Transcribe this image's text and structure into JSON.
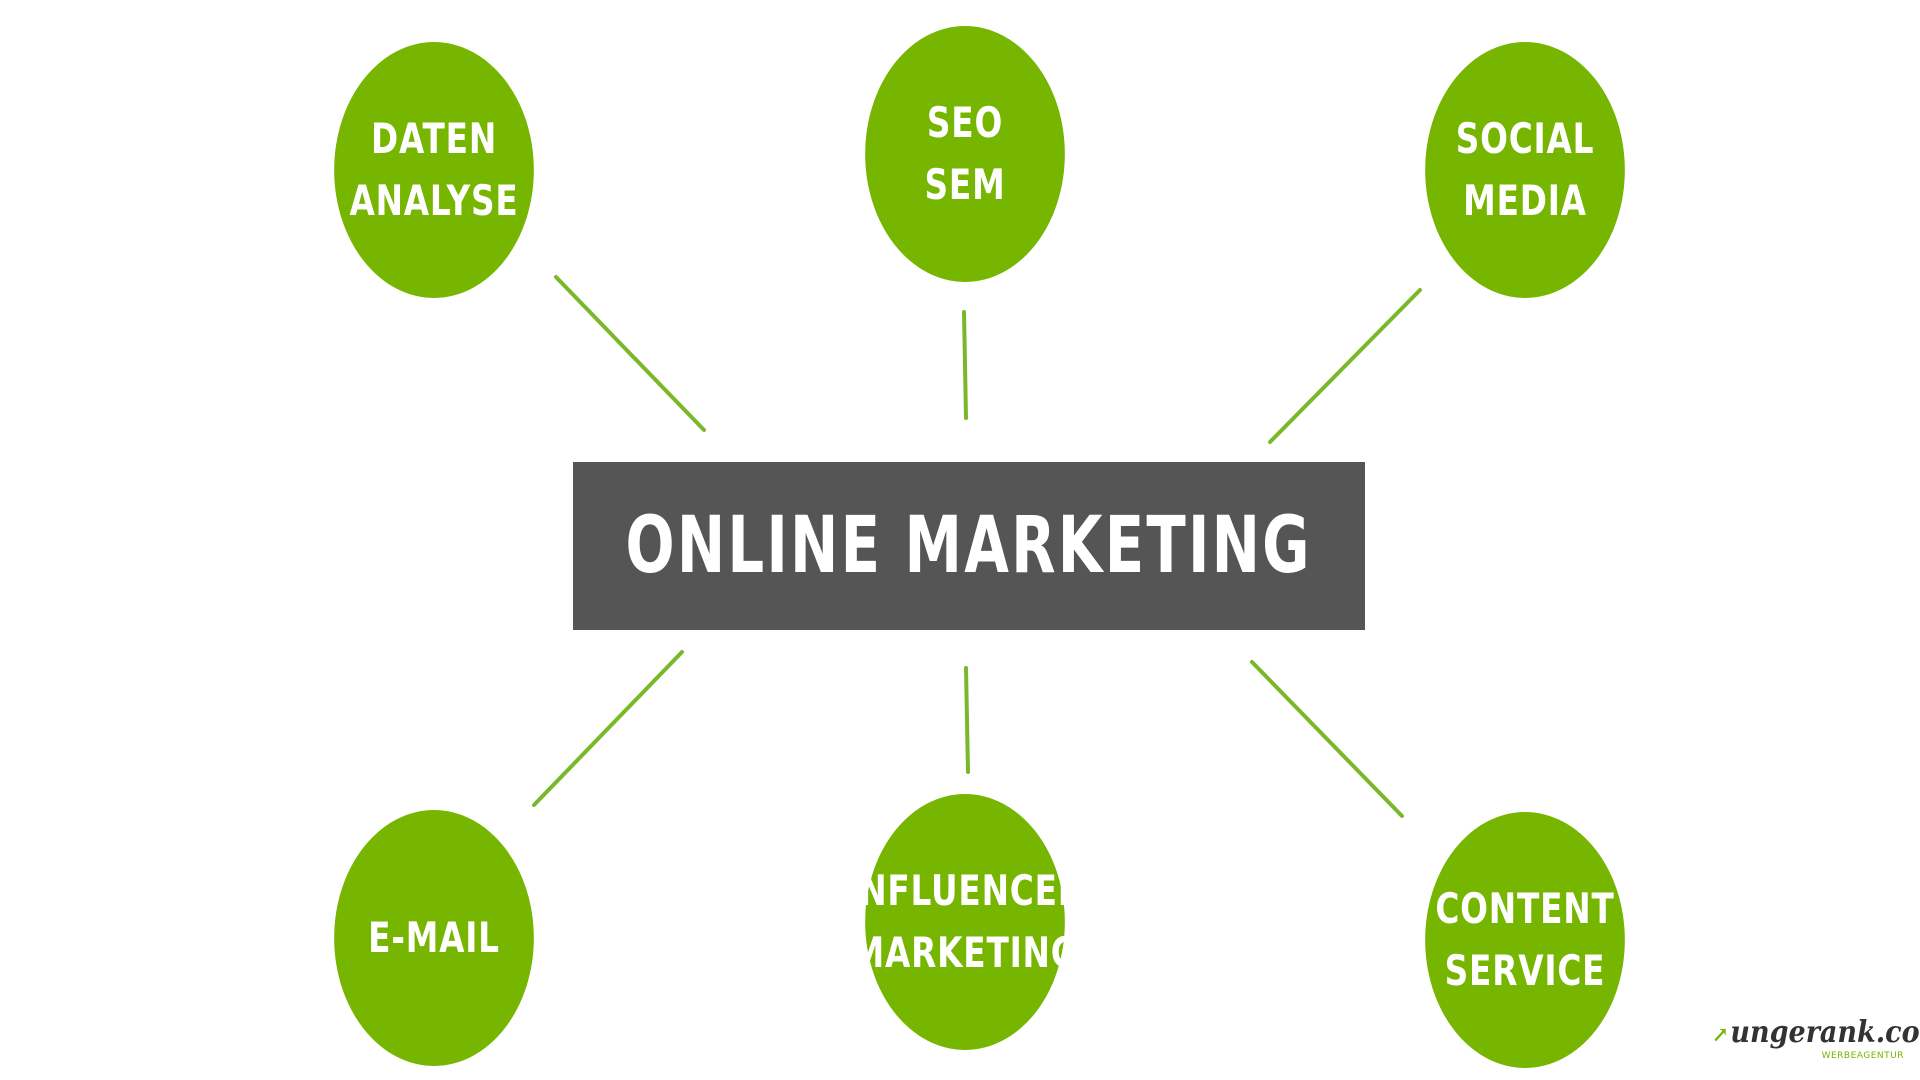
{
  "center": {
    "label": "ONLINE MARKETING"
  },
  "nodes": [
    {
      "id": "daten-analyse",
      "lines": [
        "DATEN",
        "ANALYSE"
      ]
    },
    {
      "id": "seo-sem",
      "lines": [
        "SEO",
        "SEM"
      ]
    },
    {
      "id": "social-media",
      "lines": [
        "SOCIAL",
        "MEDIA"
      ]
    },
    {
      "id": "e-mail",
      "lines": [
        "E-MAIL"
      ]
    },
    {
      "id": "influencer-marketing",
      "lines": [
        "INFLUENCER",
        "MARKETING"
      ]
    },
    {
      "id": "content-service",
      "lines": [
        "CONTENT",
        "SERVICE"
      ]
    }
  ],
  "logo": {
    "arrow": "↗",
    "text": "ungerank.com",
    "subtitle": "WERBEAGENTUR"
  },
  "colors": {
    "node_fill": "#76b500",
    "connector": "#7ab82a",
    "center_fill": "#555555",
    "text": "#ffffff"
  }
}
